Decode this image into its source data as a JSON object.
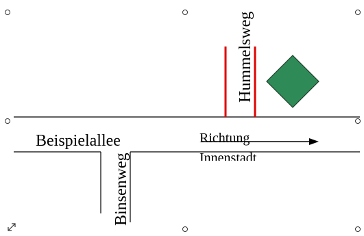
{
  "map": {
    "labels": {
      "main_street": "Beispielallee",
      "side_street": "Binsenweg",
      "top_street": "Hummelsweg",
      "direction_line1": "Richtung",
      "direction_line2": "Innenstadt"
    },
    "colors": {
      "background": "#ffffff",
      "street_lines": "#000000",
      "barrier": "#e00000",
      "marker_fill": "#2e8b57",
      "marker_stroke": "#1e3d2a"
    },
    "marker": {
      "shape": "diamond"
    }
  },
  "selection": {
    "handle_icon": "circle-handle-icon",
    "resize_icon": "diagonal-resize-arrow-icon"
  }
}
